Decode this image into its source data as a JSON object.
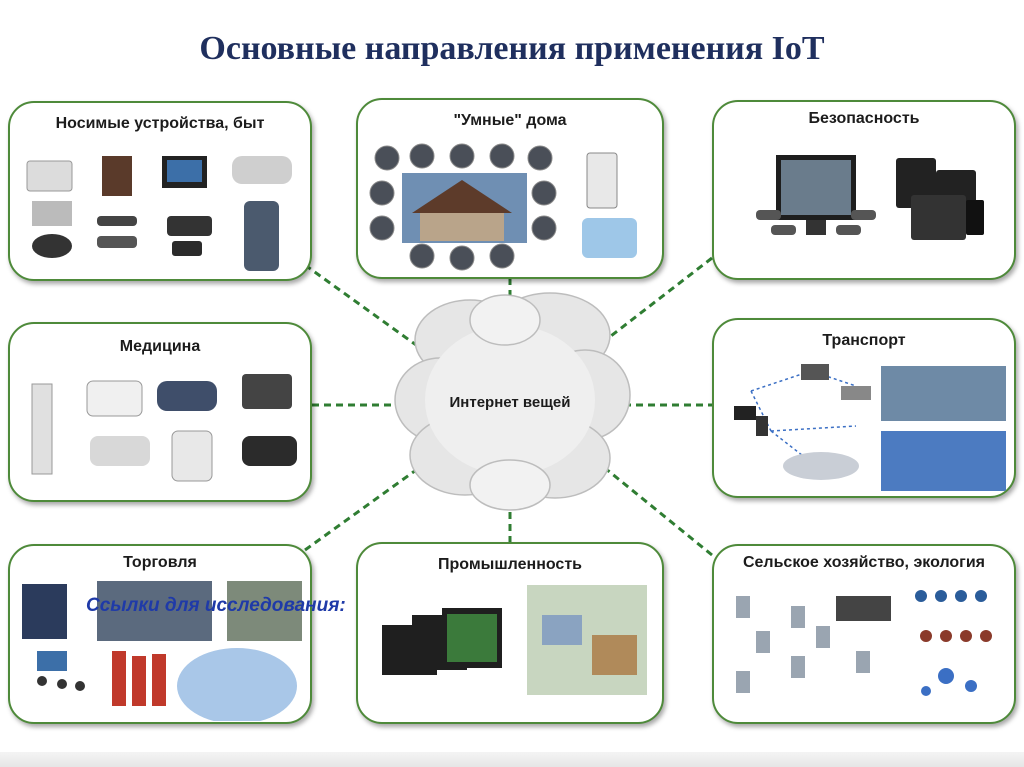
{
  "title": "Основные направления применения IoT",
  "hub": {
    "label": "Интернет вещей"
  },
  "overlay_link": "Ссылки для исследования:",
  "cards": {
    "wearables": {
      "label": "Носимые устройства, быт"
    },
    "smart_home": {
      "label": "\"Умные\" дома"
    },
    "security": {
      "label": "Безопасность"
    },
    "medicine": {
      "label": "Медицина"
    },
    "transport": {
      "label": "Транспорт"
    },
    "trade": {
      "label": "Торговля"
    },
    "industry": {
      "label": "Промышленность"
    },
    "agro": {
      "label": "Сельское хозяйство, экология"
    }
  },
  "colors": {
    "title": "#1f2f5e",
    "card_border": "#4e8a3a",
    "connector": "#2f7d32",
    "link": "#1f3aa8"
  }
}
